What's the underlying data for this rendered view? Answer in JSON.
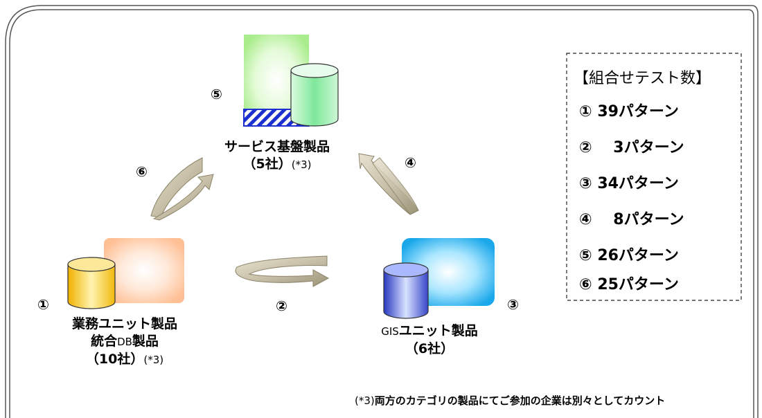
{
  "nodes": {
    "service": {
      "marker": "⑤",
      "name": "サービス基盤製品",
      "count": "（5社）",
      "note": "(*3)"
    },
    "business": {
      "marker": "①",
      "name_line1": "業務ユニット製品",
      "name_line2_prefix": "統合",
      "name_line2_db": "DB",
      "name_line2_suffix": "製品",
      "count": "（10社）",
      "note": "(*3)"
    },
    "gis": {
      "marker": "③",
      "name_prefix": "GIS",
      "name_suffix": "ユニット製品",
      "count": "（6社）"
    }
  },
  "edges": {
    "service_business": "⑥",
    "business_gis": "②",
    "gis_service": "④"
  },
  "legend": {
    "title": "【組合せテスト数】",
    "rows": [
      {
        "marker": "①",
        "text": "39パターン"
      },
      {
        "marker": "②",
        "text": "3パターン"
      },
      {
        "marker": "③",
        "text": "34パターン"
      },
      {
        "marker": "④",
        "text": "8パターン"
      },
      {
        "marker": "⑤",
        "text": "26パターン"
      },
      {
        "marker": "⑥",
        "text": "25パターン"
      }
    ]
  },
  "footnote": {
    "mark": "(*3)",
    "text": "両方のカテゴリの製品にてご参加の企業は別々としてカウント"
  },
  "colors": {
    "frame": "#555555",
    "service_box": "#b8f0a0",
    "service_cylinder": "#7ee89a",
    "business_box": "#ffc8a0",
    "business_cylinder": "#f5c430",
    "gis_box": "#36b8f0",
    "gis_cylinder": "#5060d8",
    "arrow": "#c8c0a8",
    "hatch": "#1c2fd0"
  }
}
